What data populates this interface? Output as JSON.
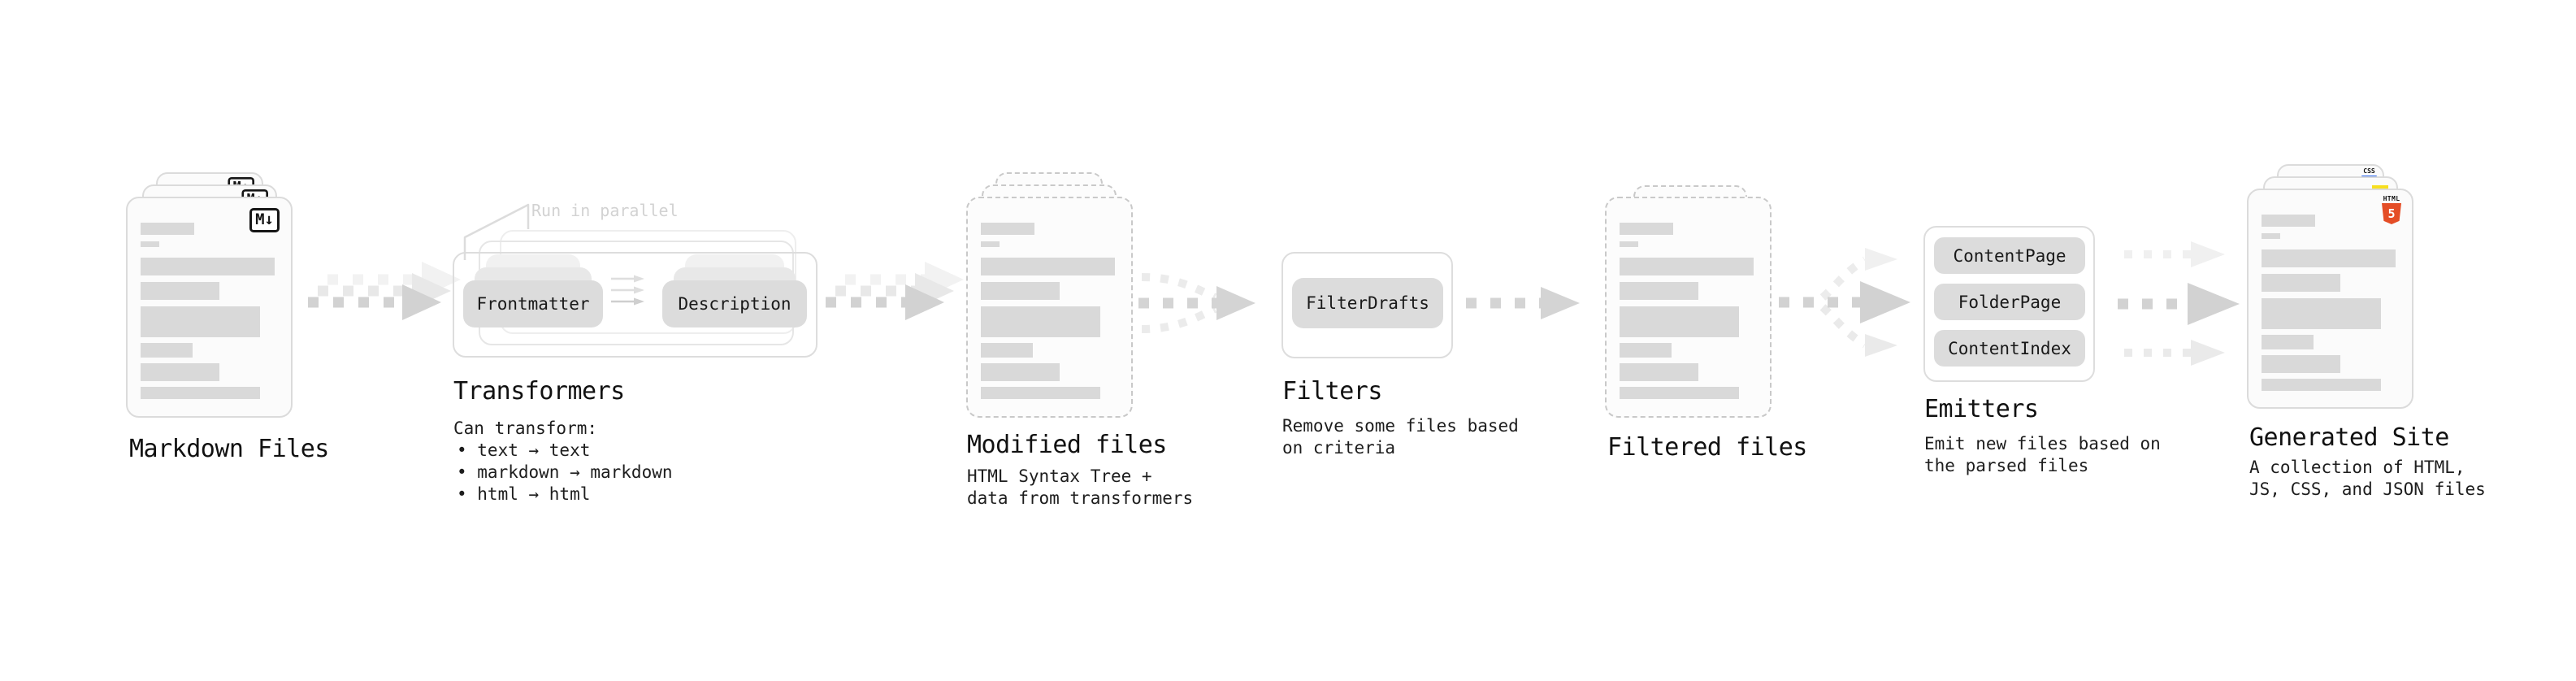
{
  "colors": {
    "html5_orange": "#e44d26",
    "js_yellow": "#f7df1e",
    "css_blue": "#2965f1",
    "pill_gray": "#dcdcdc",
    "arrow_gray": "#d2d2d2",
    "faint_gray": "#ececec"
  },
  "stages": {
    "markdown_files": {
      "label": "Markdown Files",
      "badge": "M↓"
    },
    "transformers": {
      "label": "Transformers",
      "annotation": "Run in parallel",
      "source_pill": "Frontmatter",
      "target_pill": "Description",
      "caption_intro": "Can transform:",
      "bullets": [
        "• text → text",
        "• markdown → markdown",
        "• html → html"
      ]
    },
    "modified_files": {
      "label": "Modified files",
      "caption": [
        "HTML Syntax Tree +",
        "data from transformers"
      ]
    },
    "filters": {
      "label": "Filters",
      "pill": "FilterDrafts",
      "caption": [
        "Remove some files based",
        "on criteria"
      ]
    },
    "filtered_files": {
      "label": "Filtered files"
    },
    "emitters": {
      "label": "Emitters",
      "pills": [
        "ContentPage",
        "FolderPage",
        "ContentIndex"
      ],
      "caption": [
        "Emit new files based on",
        "the parsed files"
      ]
    },
    "generated_site": {
      "label": "Generated Site",
      "caption": [
        "A collection of HTML,",
        "JS, CSS, and JSON files"
      ],
      "badges": {
        "html_word": "HTML",
        "html_number": "5",
        "css_word": "CSS"
      }
    }
  }
}
